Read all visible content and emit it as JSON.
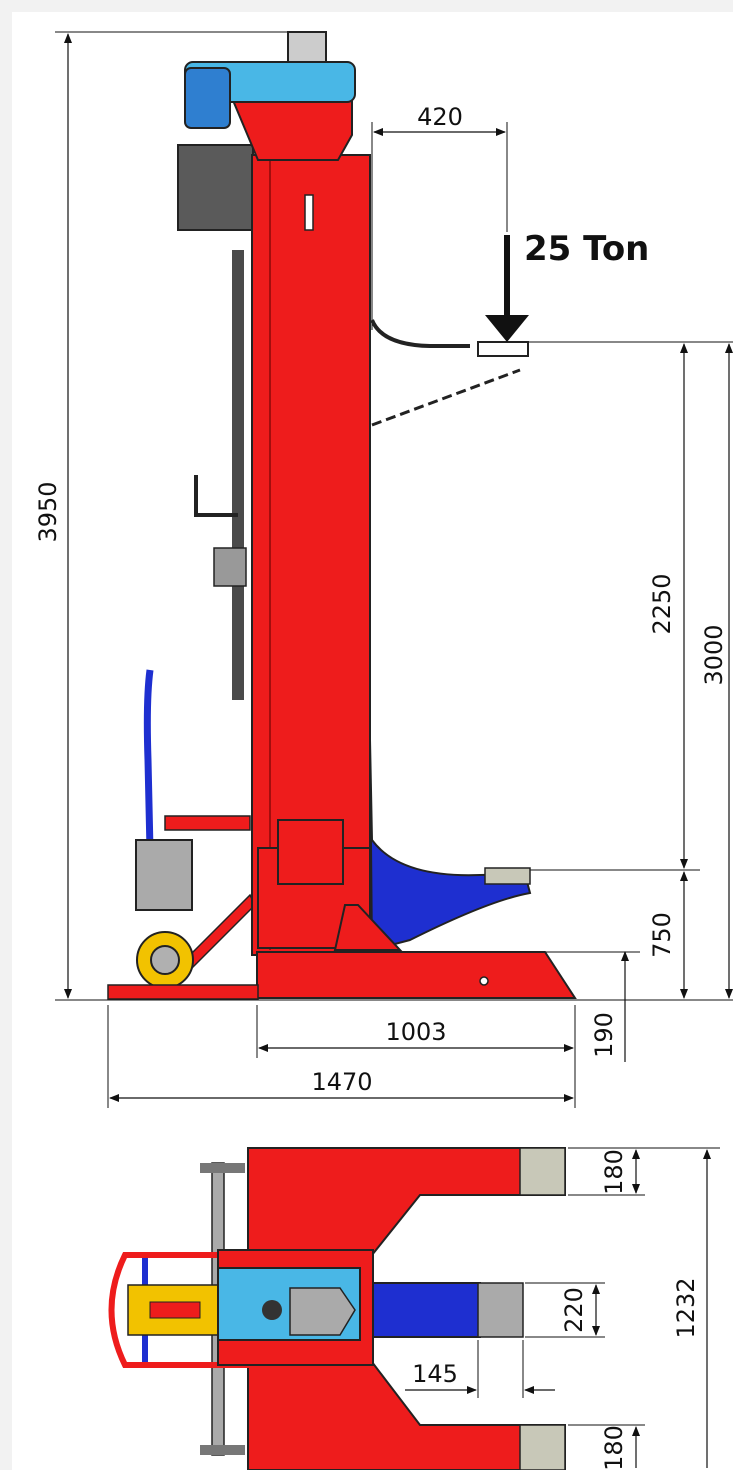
{
  "drawing": {
    "load_label": "25 Ton",
    "side_view": {
      "total_height": "3950",
      "load_offset": "420",
      "stroke_length": "2250",
      "max_lift_height": "3000",
      "min_lift_height": "750",
      "foot_height": "190",
      "base_length": "1003",
      "total_length": "1470"
    },
    "top_view": {
      "fork_width_top": "180",
      "center_pad_width": "220",
      "total_width": "1232",
      "pad_offset": "145",
      "fork_width_bottom": "180"
    }
  },
  "colors": {
    "column_red": "#ee1c1c",
    "fork_blue": "#1e2fd0",
    "motor_blue": "#49b7e6",
    "wheel_yellow": "#f2c200",
    "pad_grey": "#c8c8b8"
  }
}
